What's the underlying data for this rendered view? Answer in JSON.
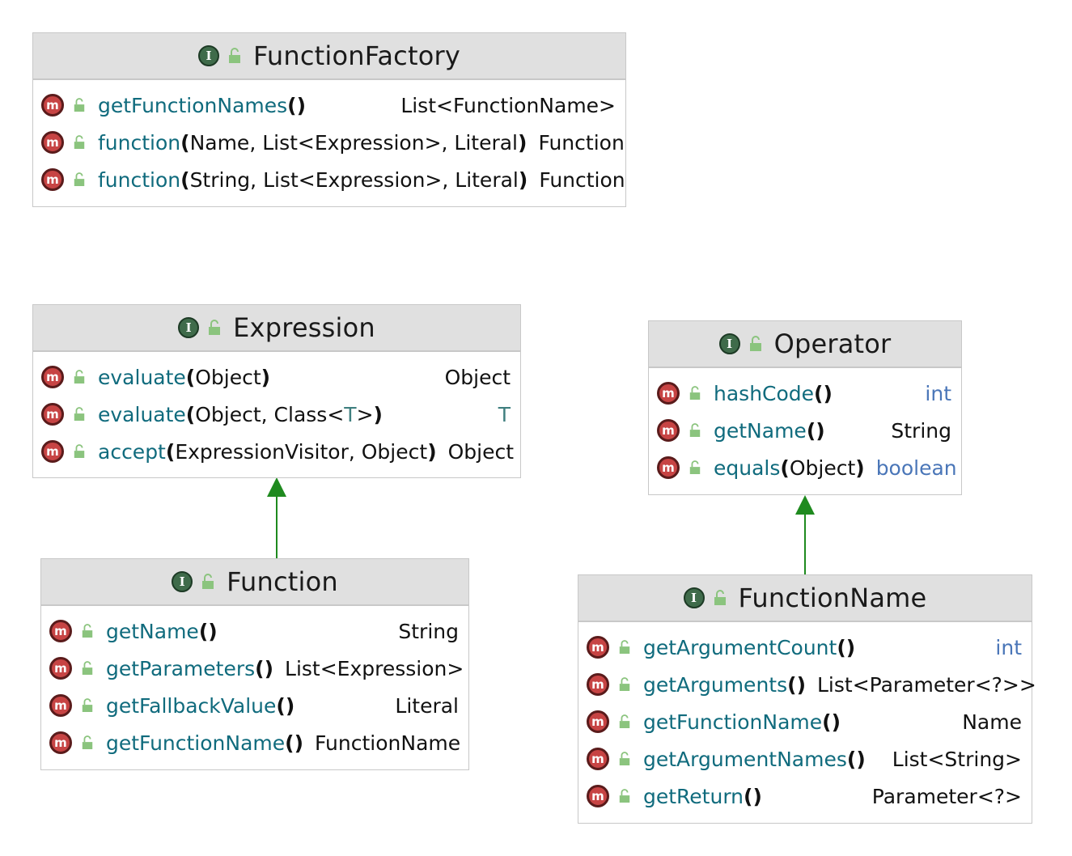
{
  "classes": {
    "functionFactory": {
      "name": "FunctionFactory",
      "members": [
        {
          "name": "getFunctionNames",
          "params": "",
          "type": "List<FunctionName>"
        },
        {
          "name": "function",
          "params": "Name, List<Expression>, Literal",
          "type": "Function"
        },
        {
          "name": "function",
          "params": "String, List<Expression>, Literal",
          "type": "Function"
        }
      ]
    },
    "expression": {
      "name": "Expression",
      "members": [
        {
          "name": "evaluate",
          "params": "Object",
          "type": "Object"
        },
        {
          "name": "evaluate",
          "params_before": "Object, Class<",
          "params_tp": "T",
          "params_after": ">",
          "type": "T"
        },
        {
          "name": "accept",
          "params": "ExpressionVisitor, Object",
          "type": "Object"
        }
      ]
    },
    "operator": {
      "name": "Operator",
      "members": [
        {
          "name": "hashCode",
          "params": "",
          "type": "int"
        },
        {
          "name": "getName",
          "params": "",
          "type": "String"
        },
        {
          "name": "equals",
          "params": "Object",
          "type": "boolean"
        }
      ]
    },
    "function": {
      "name": "Function",
      "members": [
        {
          "name": "getName",
          "params": "",
          "type": "String"
        },
        {
          "name": "getParameters",
          "params": "",
          "type": "List<Expression>"
        },
        {
          "name": "getFallbackValue",
          "params": "",
          "type": "Literal"
        },
        {
          "name": "getFunctionName",
          "params": "",
          "type": "FunctionName"
        }
      ]
    },
    "functionName": {
      "name": "FunctionName",
      "members": [
        {
          "name": "getArgumentCount",
          "params": "",
          "type": "int"
        },
        {
          "name": "getArguments",
          "params": "",
          "type": "List<Parameter<?>>"
        },
        {
          "name": "getFunctionName",
          "params": "",
          "type": "Name"
        },
        {
          "name": "getArgumentNames",
          "params": "",
          "type": "List<String>"
        },
        {
          "name": "getReturn",
          "params": "",
          "type": "Parameter<?>"
        }
      ]
    }
  },
  "icons": {
    "interface": "interface-icon",
    "method": "method-icon",
    "visibility": "public-lock-icon",
    "interface_letter": "I",
    "method_letter": "m"
  },
  "relations": [
    {
      "from": "Function",
      "to": "Expression",
      "kind": "extends"
    },
    {
      "from": "FunctionName",
      "to": "Operator",
      "kind": "extends"
    }
  ],
  "colors": {
    "header_bg": "#e0e0e0",
    "border": "#c8c8c8",
    "method_name": "#106b7d",
    "primitive_type": "#4a76b8",
    "type_param": "#3f7f7f",
    "arrow": "#1f8a1f",
    "method_icon": "#c74444",
    "interface_icon": "#3f6b4a"
  }
}
